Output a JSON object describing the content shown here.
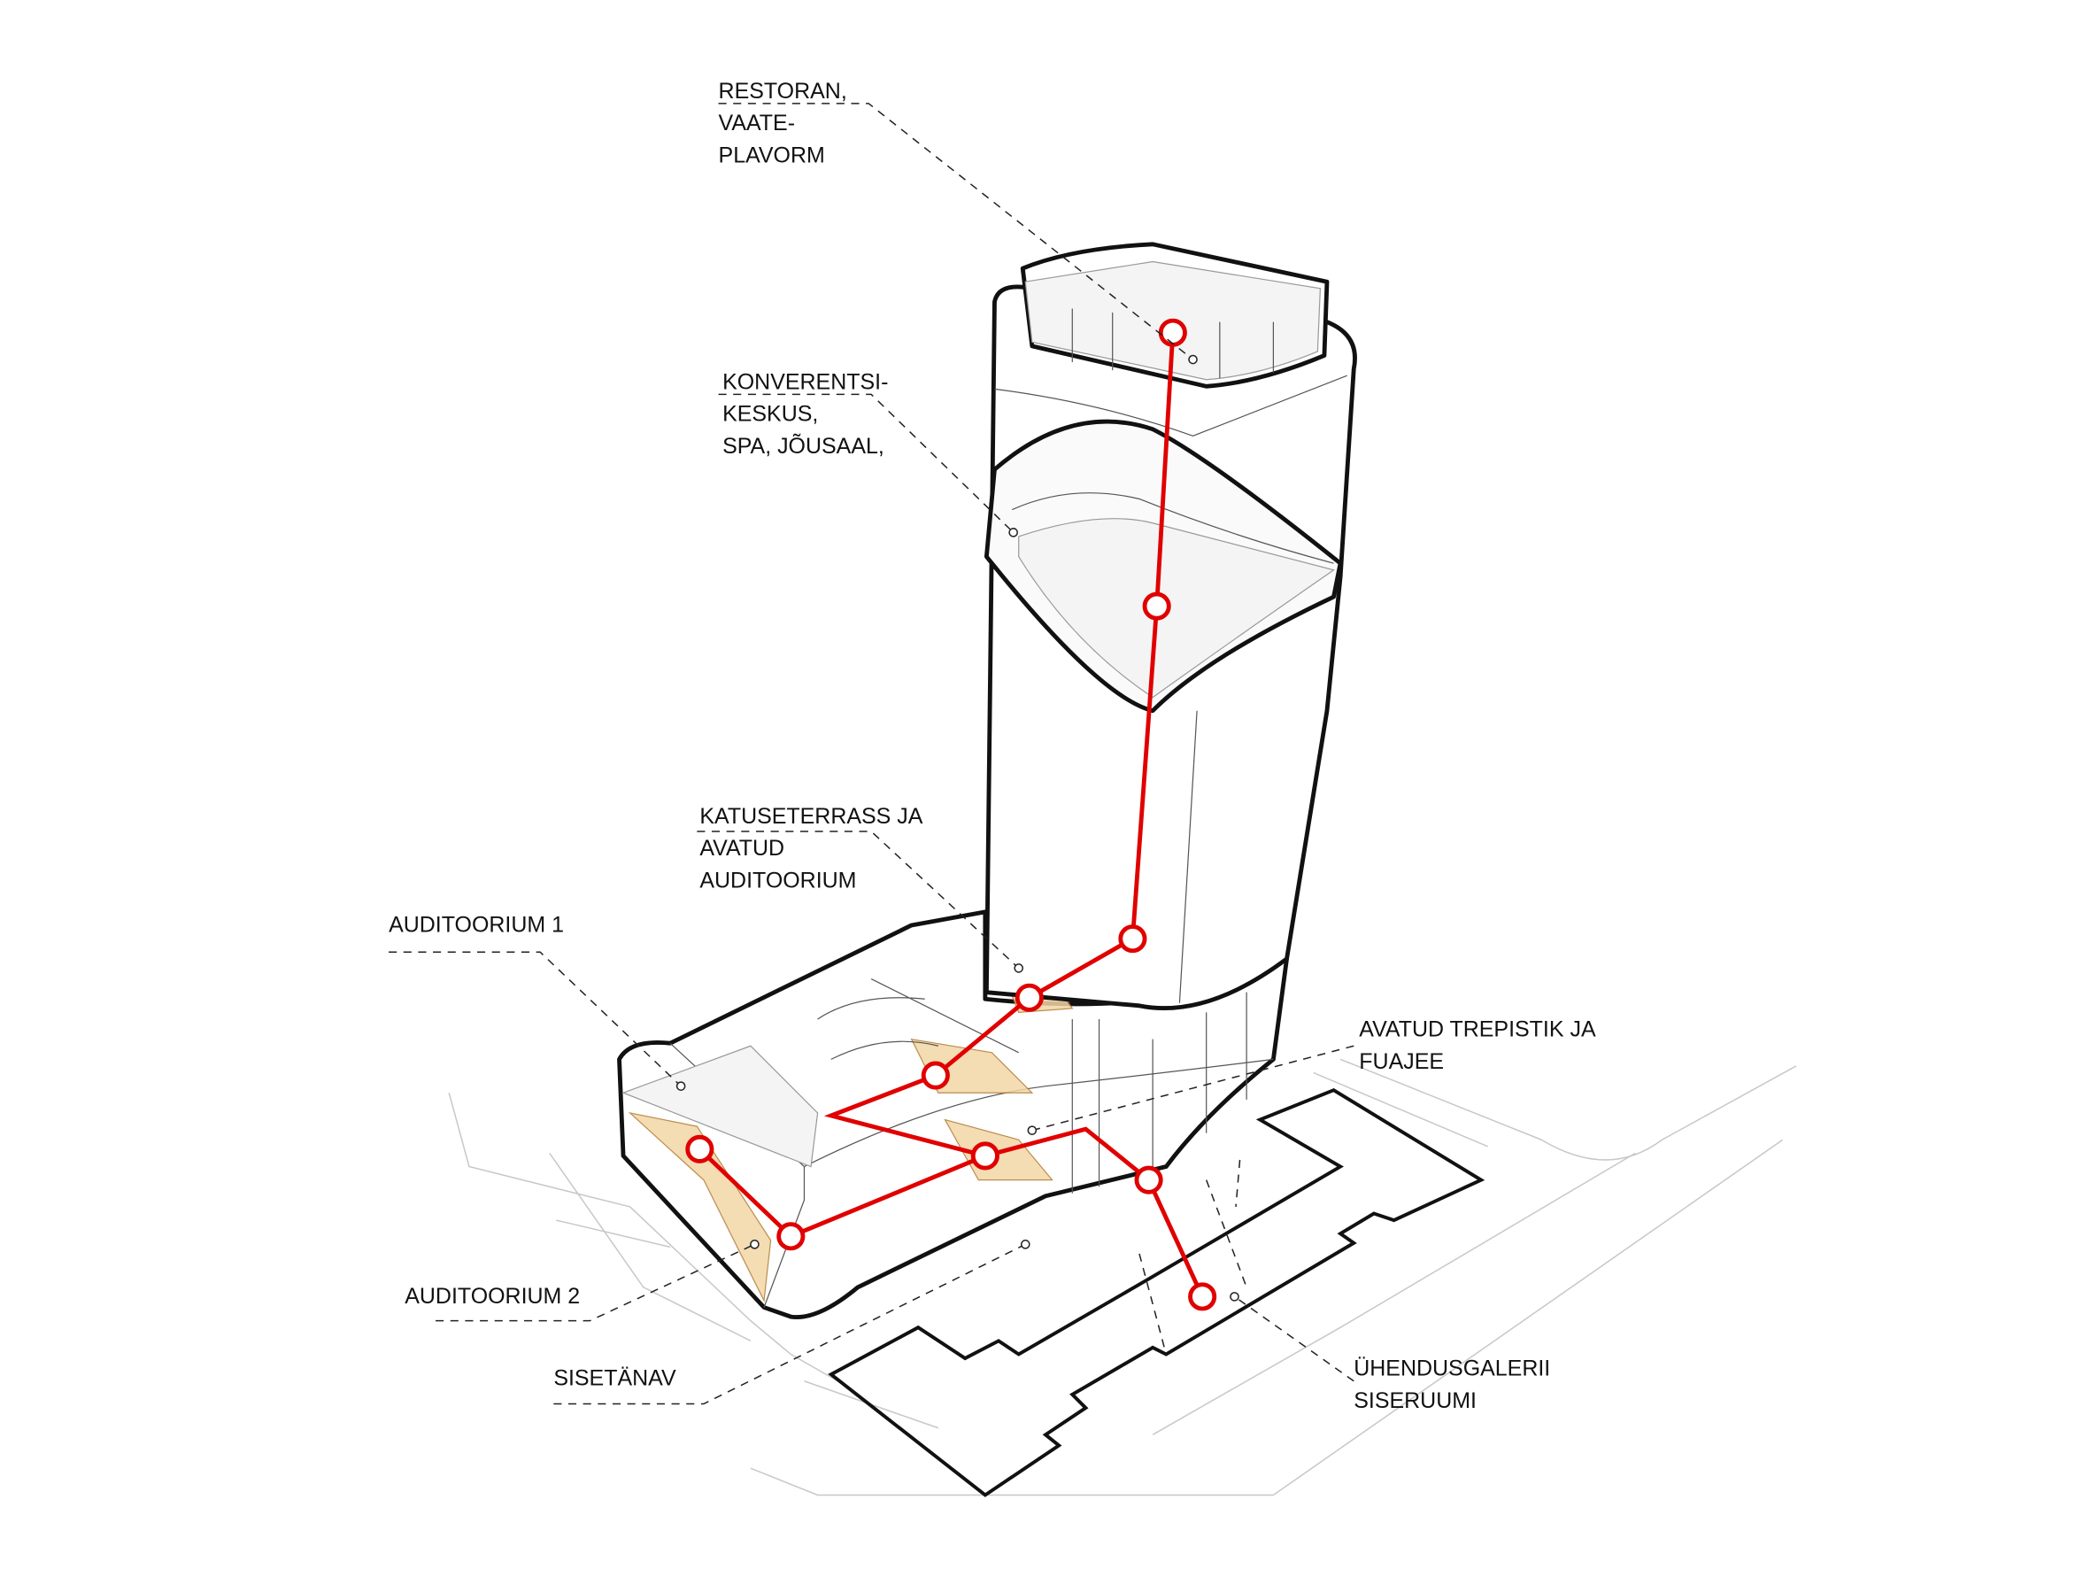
{
  "diagram": {
    "labels": {
      "restoran": [
        "RESTORAN,",
        "VAATE-",
        "PLAVORM"
      ],
      "konverentsi": [
        "KONVERENTSI-",
        "KESKUS,",
        "SPA, JÕUSAAL,"
      ],
      "katuseterrass": [
        "KATUSETERRASS JA",
        "AVATUD",
        "AUDITOORIUM"
      ],
      "auditoorium1": [
        "AUDITOORIUM 1"
      ],
      "trepistik": [
        "AVATUD TREPISTIK JA",
        "FUAJEE"
      ],
      "auditoorium2": [
        "AUDITOORIUM 2"
      ],
      "sisetanav": [
        "SISETÄNAV"
      ],
      "uhendusgalerii": [
        "ÜHENDUSGALERII",
        "SISERUUMI"
      ]
    },
    "colors": {
      "route": "#e00000",
      "outline": "#111111",
      "accent_fill": "#f3d6a6"
    }
  }
}
